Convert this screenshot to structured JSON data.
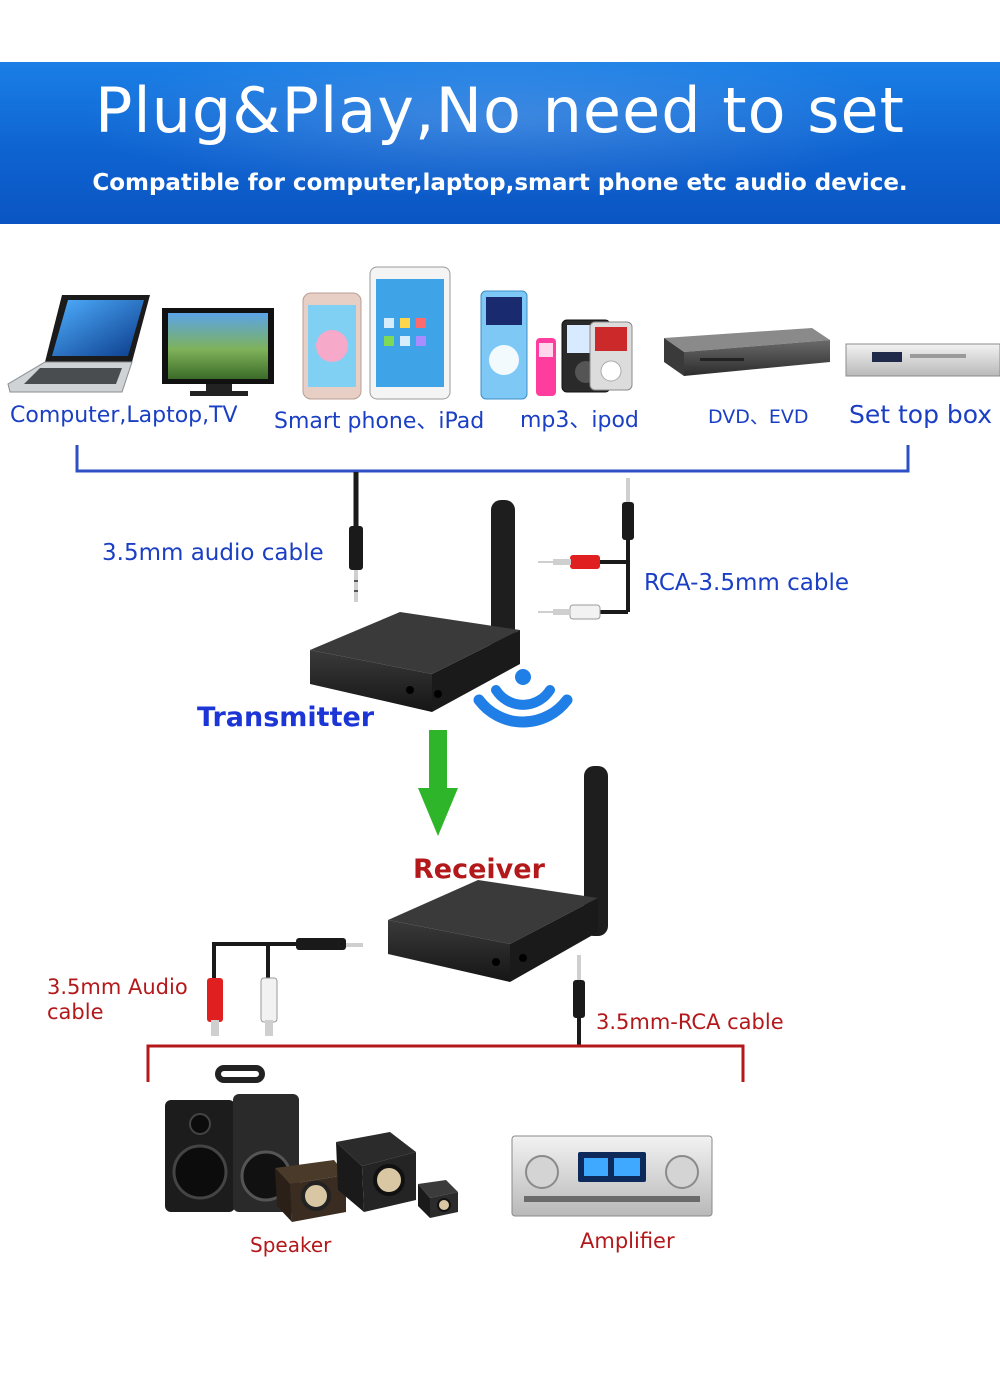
{
  "banner": {
    "title": "Plug&Play,No need to set",
    "subtitle": "Compatible for computer,laptop,smart phone etc audio device."
  },
  "sources": [
    {
      "label": "Computer,Laptop,TV"
    },
    {
      "label": "Smart phone、iPad"
    },
    {
      "label": "mp3、ipod"
    },
    {
      "label": "DVD、EVD"
    },
    {
      "label": "Set top box"
    }
  ],
  "transmitter_side": {
    "cable_35mm": "3.5mm audio cable",
    "cable_rca": "RCA-3.5mm cable",
    "device_label": "Transmitter"
  },
  "receiver_side": {
    "device_label": "Receiver",
    "cable_audio_line1": "3.5mm Audio",
    "cable_audio_line2": "cable",
    "cable_rca": "3.5mm-RCA cable"
  },
  "outputs": [
    {
      "label": "Speaker"
    },
    {
      "label": "Amplifier"
    }
  ],
  "colors": {
    "banner": "#0e63d1",
    "source_bracket": "#2f4fc4",
    "output_bracket": "#b3181b",
    "arrow": "#2fb52a",
    "wifi": "#1f7fe6"
  }
}
